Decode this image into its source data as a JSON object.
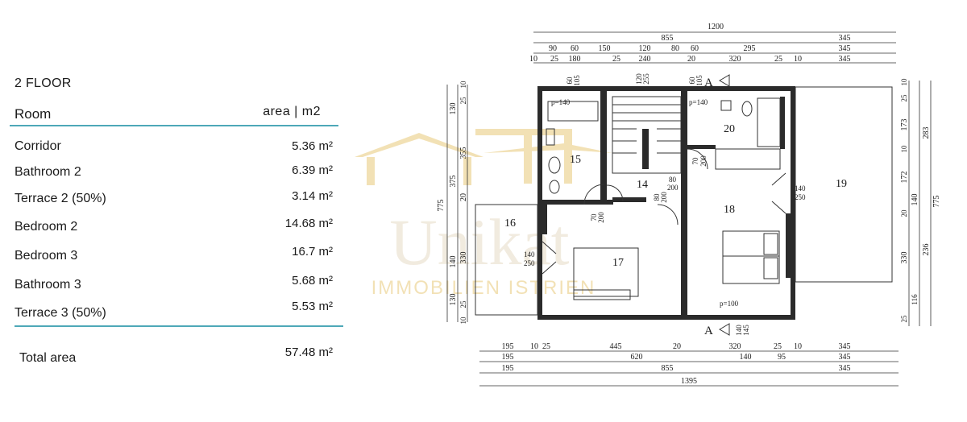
{
  "table": {
    "floor_title": "2 FLOOR",
    "header_room": "Room",
    "header_area": "area |  m2",
    "rows": [
      {
        "room": "Corridor",
        "area": "5.36 m²"
      },
      {
        "room": "Bathroom 2",
        "area": "6.39 m²"
      },
      {
        "room": "Terrace 2 (50%)",
        "area": "3.14 m²"
      },
      {
        "room": "Bedroom 2",
        "area": "14.68 m²"
      },
      {
        "room": "Bedroom 3",
        "area": "16.7 m²"
      },
      {
        "room": "Bathroom 3",
        "area": "5.68 m²"
      },
      {
        "room": "Terrace 3 (50%)",
        "area": "5.53 m²"
      }
    ],
    "total_label": "Total area",
    "total_value": "57.48 m²",
    "accent_color": "#4ea8b8"
  },
  "watermark": {
    "brand": "Unikat",
    "tagline": "IMMOBILIEN ISTRIEN",
    "color": "#e8c97a"
  },
  "plan": {
    "section_marker": "A",
    "rooms": [
      "14",
      "15",
      "16",
      "17",
      "18",
      "19",
      "20"
    ],
    "top_dims": {
      "row1": [
        "1200"
      ],
      "row2": [
        "855",
        "345"
      ],
      "row3": [
        "90",
        "60",
        "150",
        "120",
        "80",
        "60",
        "295",
        "345"
      ],
      "row4": [
        "10",
        "25",
        "180",
        "25",
        "240",
        "20",
        "320",
        "25",
        "10",
        "345"
      ]
    },
    "bottom_dims": {
      "row1": [
        "195",
        "10",
        "25",
        "445",
        "20",
        "320",
        "25",
        "10",
        "345"
      ],
      "row2": [
        "195",
        "620",
        "140",
        "95",
        "345"
      ],
      "row3": [
        "195",
        "855",
        "345"
      ],
      "row4": [
        "1395"
      ]
    },
    "left_dims": {
      "outer": [
        "775"
      ],
      "mid": [
        "355",
        "20",
        "330"
      ],
      "inner": [
        "130",
        "375",
        "140",
        "130"
      ],
      "small": [
        "10",
        "25",
        "25",
        "10"
      ]
    },
    "right_dims": {
      "outer": [
        "775"
      ],
      "mid": [
        "283",
        "140",
        "236"
      ],
      "inner": [
        "173",
        "172",
        "330",
        "116"
      ],
      "small": [
        "25",
        "10",
        "10",
        "20",
        "25"
      ]
    },
    "openings": {
      "w1": [
        "60",
        "105"
      ],
      "w2": [
        "120",
        "255"
      ],
      "w3": [
        "60",
        "105"
      ],
      "d15": [
        "p=140"
      ],
      "d20": [
        "p=140"
      ],
      "d_bath": [
        "70",
        "200"
      ],
      "d14a": [
        "80",
        "200"
      ],
      "d14b": [
        "80",
        "200"
      ],
      "d20b": [
        "70",
        "200"
      ],
      "d18": [
        "140",
        "250"
      ],
      "d16": [
        "140",
        "250"
      ],
      "d_bottom": [
        "p=100"
      ],
      "w_bottom": [
        "140",
        "145"
      ],
      "d_small": [
        "70",
        "200"
      ]
    }
  }
}
